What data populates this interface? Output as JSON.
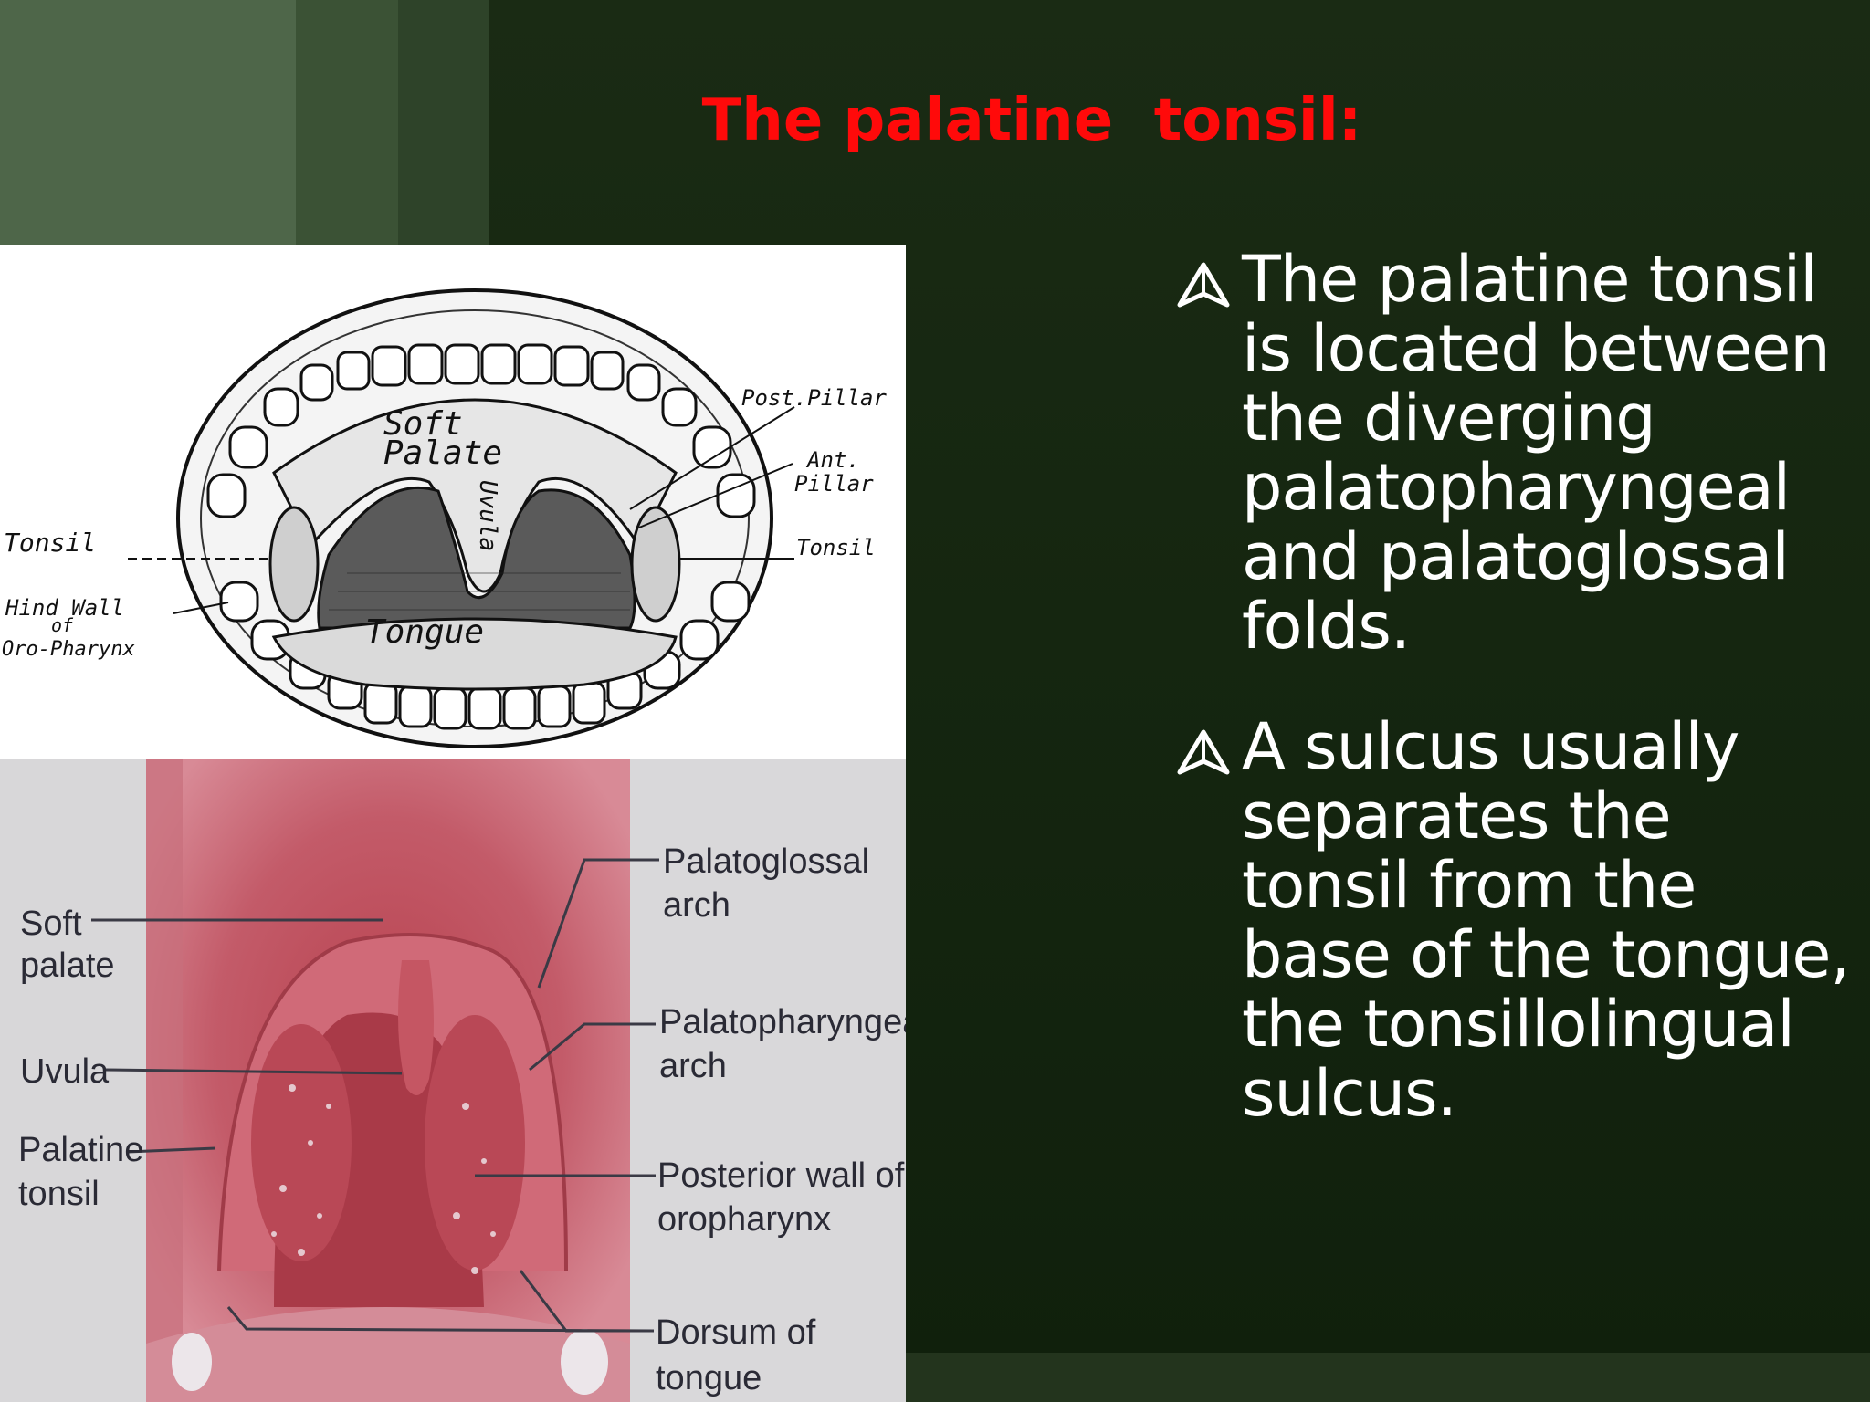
{
  "slide": {
    "title": "The palatine  tonsil:"
  },
  "drawing": {
    "labels": {
      "soft": "Soft",
      "palate": "Palate",
      "uvula": "Uvula",
      "tongue": "Tongue",
      "tonsil_left": "Tonsil",
      "hind_wall": "Hind Wall",
      "of": "of",
      "oro_pharynx": "Oro-Pharynx",
      "post_pillar": "Post.Pillar",
      "ant": "Ant.",
      "pillar": "Pillar",
      "tonsil_right": "Tonsil"
    }
  },
  "photo": {
    "labels": {
      "soft": "Soft",
      "palate": "palate",
      "uvula": "Uvula",
      "palatine": "Palatine",
      "tonsil": "tonsil",
      "palatoglossal": "Palatoglossal",
      "arch1": "arch",
      "palatopharyngeal": "Palatopharyngeal",
      "arch2": "arch",
      "posterior_wall": "Posterior wall of",
      "oropharynx": "oropharynx",
      "dorsum": "Dorsum of",
      "tongue": "tongue"
    }
  },
  "bullets": [
    {
      "text": "The palatine tonsil is located between the diverging palatopharyngeal and palatoglossal folds."
    },
    {
      "text": "A sulcus usually separates the tonsil from the base of the tongue, the tonsillolingual sulcus."
    }
  ]
}
